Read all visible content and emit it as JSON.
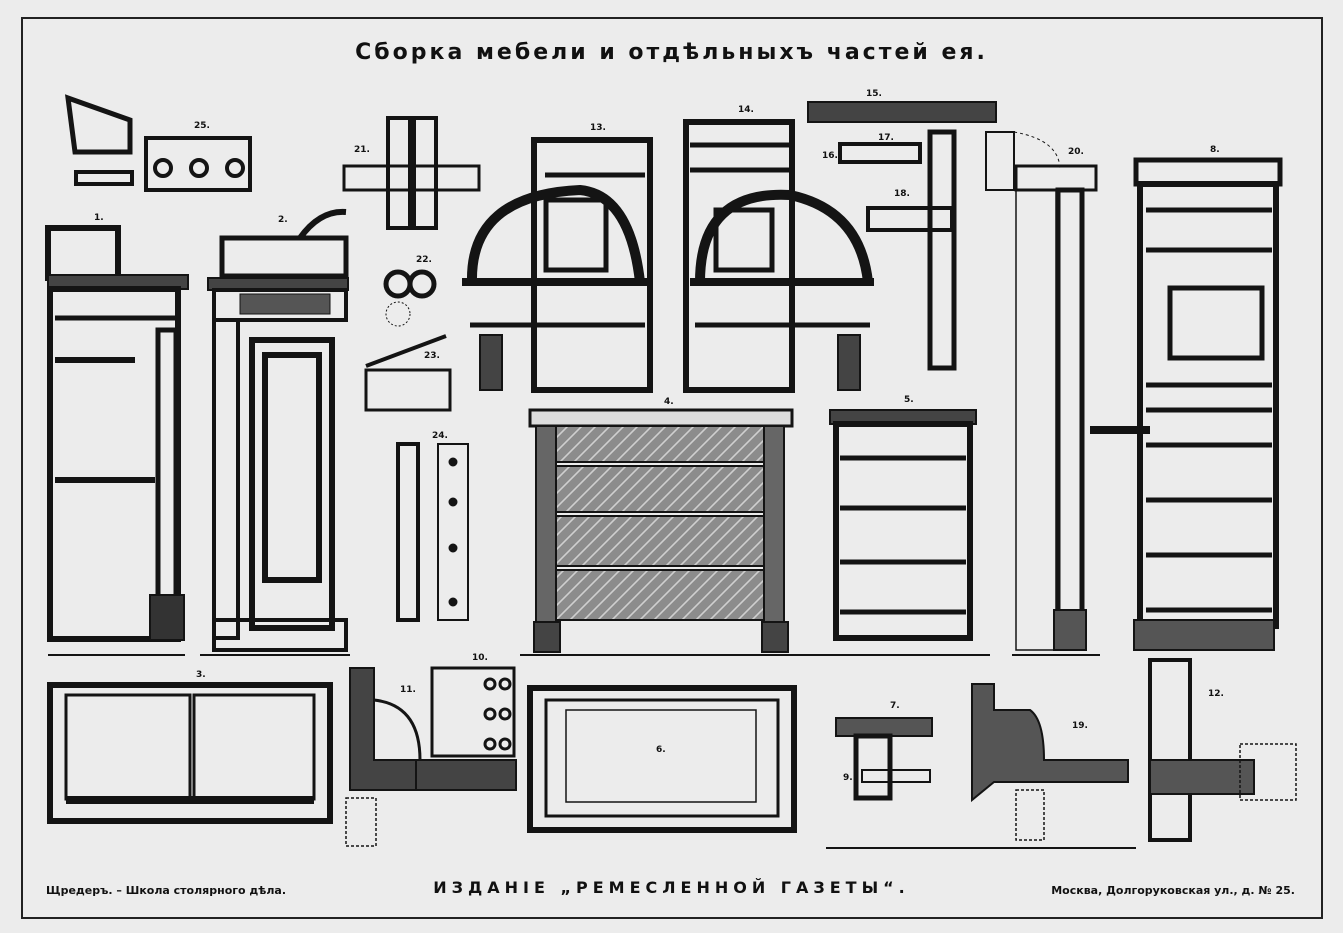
{
  "plate": {
    "title": "Сборка мебели и отдѣльныхъ частей ея.",
    "footer_left": "Щредеръ. – Школа столярного дѣла.",
    "footer_center": "ИЗДАНІЕ „РЕМЕСЛЕННОЙ ГАЗЕТЫ“.",
    "footer_right": "Москва, Долгоруковская ул., д. № 25."
  },
  "figure_numbers": [
    "1",
    "2",
    "3",
    "4",
    "5",
    "6",
    "7",
    "8",
    "9",
    "10",
    "11",
    "12",
    "13",
    "14",
    "15",
    "16",
    "17",
    "18",
    "19",
    "20",
    "21",
    "22",
    "23",
    "24",
    "25"
  ],
  "colors": {
    "paper": "#ececec",
    "ink": "#141414",
    "mid": "#6e6e6e",
    "marble": "#8a8a8a"
  }
}
